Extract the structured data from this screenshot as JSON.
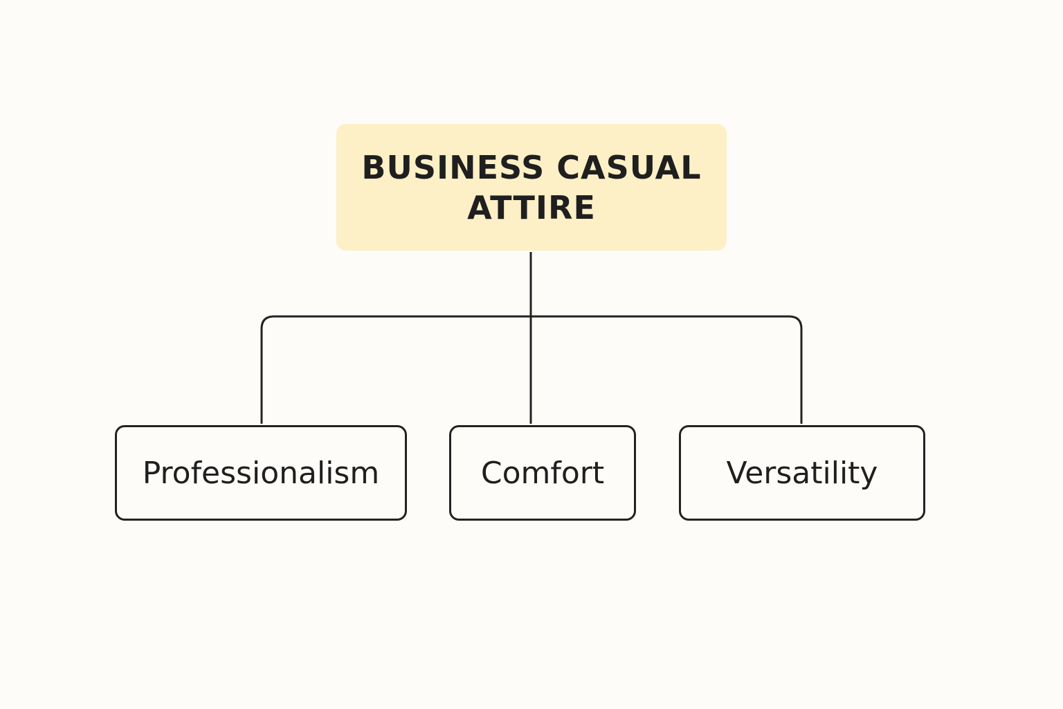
{
  "colors": {
    "background": "#fdfcf8",
    "root_fill": "#fdefc6",
    "line": "#222222",
    "text": "#1f1f1f"
  },
  "root": {
    "label_line1": "BUSINESS CASUAL",
    "label_line2": "ATTIRE"
  },
  "children": [
    {
      "label": "Professionalism"
    },
    {
      "label": "Comfort"
    },
    {
      "label": "Versatility"
    }
  ]
}
